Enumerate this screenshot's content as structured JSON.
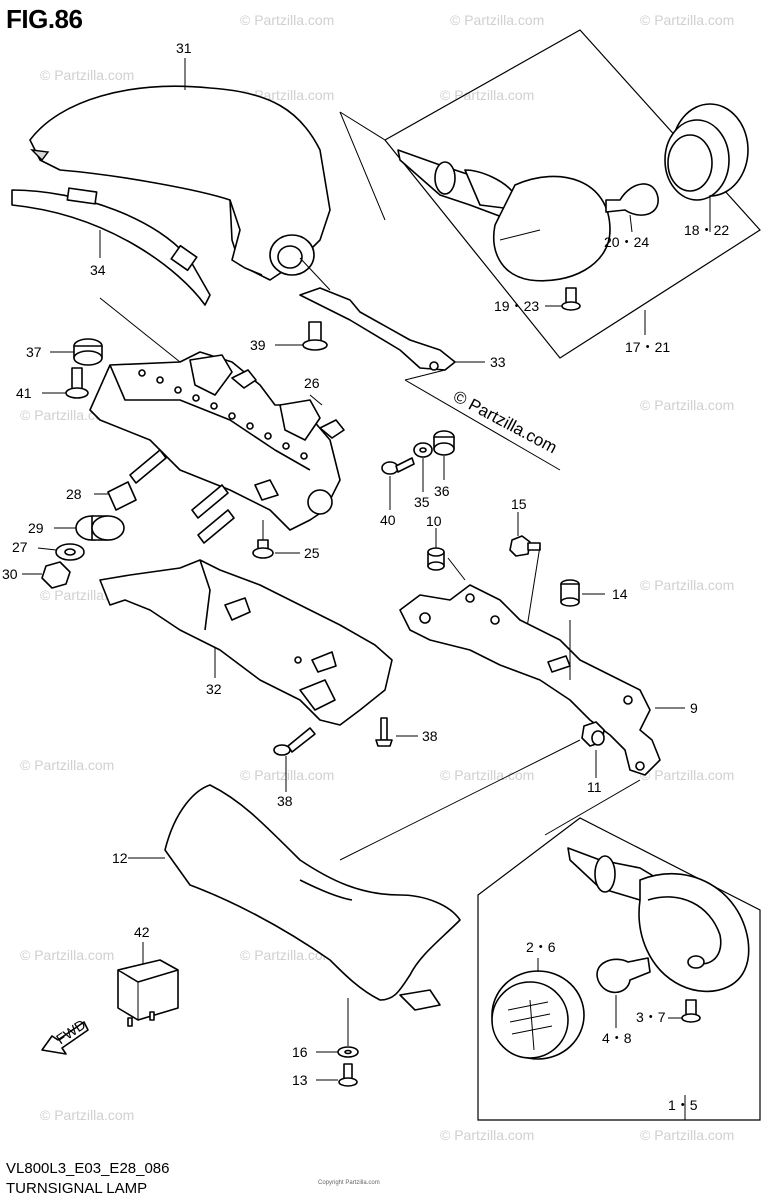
{
  "figure": {
    "title": "FIG.86",
    "diagram_code": "VL800L3_E03_E28_086",
    "diagram_name": "TURNSIGNAL LAMP",
    "fwd_label": "FWD",
    "watermark": "© Partzilla.com",
    "fine_print": "Copyright Partzilla.com"
  },
  "part_labels": {
    "p31": "31",
    "p34": "34",
    "p37": "37",
    "p41": "41",
    "p39": "39",
    "p26": "26",
    "p33": "33",
    "p28": "28",
    "p29": "29",
    "p27": "27",
    "p30": "30",
    "p25": "25",
    "p40": "40",
    "p35": "35",
    "p36": "36",
    "p10": "10",
    "p15": "15",
    "p14": "14",
    "p32": "32",
    "p38a": "38",
    "p38b": "38",
    "p9": "9",
    "p11": "11",
    "p12": "12",
    "p42": "42",
    "p16": "16",
    "p13": "13",
    "p2_6": "2・6",
    "p3_7": "3・7",
    "p4_8": "4・8",
    "p1_5": "1・5",
    "p20_24": "20・24",
    "p18_22": "18・22",
    "p19_23": "19・23",
    "p17_21": "17・21"
  }
}
